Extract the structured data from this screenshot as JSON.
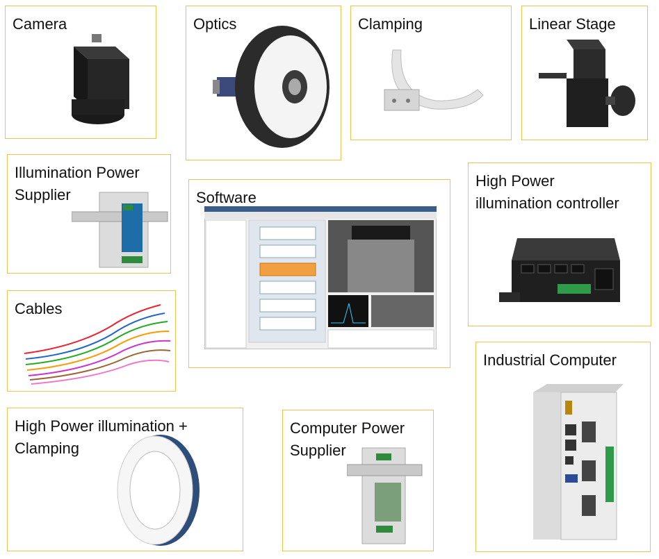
{
  "cards": {
    "camera": {
      "title": "Camera"
    },
    "optics": {
      "title": "Optics"
    },
    "clamping": {
      "title": "Clamping"
    },
    "linear_stage": {
      "title": "Linear Stage"
    },
    "illum_psu": {
      "title": "Illumination Power\nSupplier"
    },
    "software": {
      "title": "Software"
    },
    "hp_controller": {
      "title": "High Power\nillumination controller"
    },
    "cables": {
      "title": "Cables"
    },
    "industrial_pc": {
      "title": "Industrial Computer"
    },
    "hp_illum_clamp": {
      "title": "High Power illumination +\nClamping"
    },
    "pc_psu": {
      "title": "Computer Power\nSupplier"
    }
  },
  "colors": {
    "border": "#f2c14e",
    "text": "#111111"
  }
}
